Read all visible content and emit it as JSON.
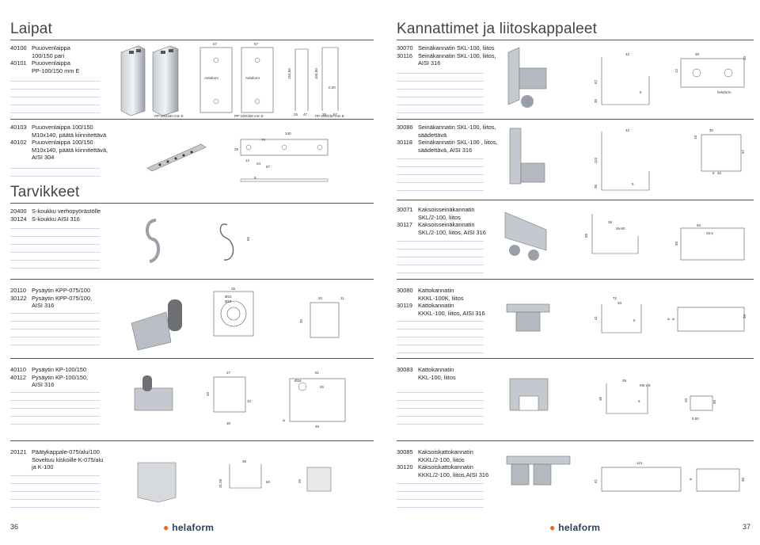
{
  "left": {
    "title": "Laipat",
    "subtitle": "Tarvikkeet",
    "page_number": "36",
    "logo": "helaform",
    "rows": [
      {
        "lines": [
          {
            "code": "40100",
            "desc": "Puuovenlaippa"
          },
          {
            "code": "",
            "desc": "100/150 pari"
          },
          {
            "code": "40101",
            "desc": "Puuovenlaippa"
          },
          {
            "code": "",
            "desc": "PP-100/150 mm E"
          }
        ],
        "captions": [
          "PP-100/150 mm E",
          "PP-100/150 mm E",
          "PP-100/150 mm E"
        ],
        "labels": [
          "Aelaform",
          "Aelaform"
        ],
        "dims": [
          "57",
          "57",
          "154,50",
          "104,50",
          "0,20",
          "25",
          "47",
          "25",
          "57"
        ]
      },
      {
        "lines": [
          {
            "code": "40103",
            "desc": "Puuovenlaippa 100/150"
          },
          {
            "code": "",
            "desc": "M10x140, päätä kiinnitettävä"
          },
          {
            "code": "40102",
            "desc": "Puuovenlaippa 100/150"
          },
          {
            "code": "",
            "desc": "M10x140, päätä kiinnitettävä,"
          },
          {
            "code": "",
            "desc": "AISI 304"
          }
        ],
        "dims": [
          "140",
          "70",
          "25",
          "12",
          "34",
          "57",
          "8"
        ]
      },
      {
        "lines": [
          {
            "code": "20400",
            "desc": "S-koukku verhopyörästölle"
          },
          {
            "code": "30124",
            "desc": "S-koukku AISI 316"
          }
        ],
        "dims": [
          "65"
        ]
      },
      {
        "lines": [
          {
            "code": "20110",
            "desc": "Pysäytin KPP-075/100"
          },
          {
            "code": "30122",
            "desc": "Pysäytin KPP-075/100,"
          },
          {
            "code": "",
            "desc": "AISI 316"
          }
        ],
        "dims": [
          "25",
          "Ø22",
          "Ø15",
          "20",
          "11",
          "20"
        ]
      },
      {
        "lines": [
          {
            "code": "40110",
            "desc": "Pysäytin KP-100/150"
          },
          {
            "code": "40112",
            "desc": "Pysäytin KP-100/150,"
          },
          {
            "code": "",
            "desc": "AISI 316"
          }
        ],
        "dims": [
          "27",
          "33",
          "10",
          "30",
          "61",
          "Ø18",
          "25",
          "8",
          "45"
        ]
      },
      {
        "lines": [
          {
            "code": "20121",
            "desc": "Päätykappale-075/alu/100"
          },
          {
            "code": "",
            "desc": "Soveltuu kiskoille K-075/alu"
          },
          {
            "code": "",
            "desc": "ja K-100"
          }
        ],
        "dims": [
          "36",
          "31,50",
          "50",
          "25"
        ]
      }
    ]
  },
  "right": {
    "title": "Kannattimet ja liitoskappaleet",
    "page_number": "37",
    "logo": "helaform",
    "rows": [
      {
        "lines": [
          {
            "code": "30070",
            "desc": "Seinäkannatin SKL-100, liitos"
          },
          {
            "code": "30116",
            "desc": "Seinäkannatin SKL-100, liitos,"
          },
          {
            "code": "",
            "desc": "AISI 316"
          }
        ],
        "labels": [
          "helaform"
        ],
        "dims": [
          "42",
          "62",
          "36",
          "6",
          "30",
          "12",
          "10"
        ]
      },
      {
        "lines": [
          {
            "code": "30086",
            "desc": "Seinäkannatin SKL-100, liitos,"
          },
          {
            "code": "",
            "desc": "säädettävä"
          },
          {
            "code": "30118",
            "desc": "Seinäkannatin SKL-100 , liitos,"
          },
          {
            "code": "",
            "desc": "säädettävä, AISI 316"
          }
        ],
        "dims": [
          "42",
          "115",
          "36",
          "5",
          "30",
          "10",
          "57",
          "8",
          "40"
        ]
      },
      {
        "lines": [
          {
            "code": "30071",
            "desc": "Kaksoisseinäkannatin"
          },
          {
            "code": "",
            "desc": "SKL/2-100, liitos"
          },
          {
            "code": "30117",
            "desc": "Kaksoisseinäkannatin"
          },
          {
            "code": "",
            "desc": "SKL/2-100, liitos, AISI 316"
          }
        ],
        "dims": [
          "39",
          "46-60",
          "68",
          "93",
          "29,5",
          "30"
        ]
      },
      {
        "lines": [
          {
            "code": "30080",
            "desc": "Kattokannatin"
          },
          {
            "code": "",
            "desc": "KKKL-100K, liitos"
          },
          {
            "code": "30119",
            "desc": "Kattokannatin"
          },
          {
            "code": "",
            "desc": "KKKL-100, liitos, AISI 316"
          }
        ],
        "dims": [
          "72",
          "33",
          "41",
          "5",
          "6",
          "8",
          "30"
        ]
      },
      {
        "lines": [
          {
            "code": "30083",
            "desc": "Kattokannatin"
          },
          {
            "code": "",
            "desc": "KKL-100, liitos"
          }
        ],
        "dims": [
          "39",
          "M5 x 8",
          "36",
          "5",
          "20",
          "30",
          "9,50"
        ]
      },
      {
        "lines": [
          {
            "code": "30085",
            "desc": "Kaksoiskattokannatin"
          },
          {
            "code": "",
            "desc": "KKKL/2-100, liitos"
          },
          {
            "code": "30120",
            "desc": "Kaksoiskattokannatin"
          },
          {
            "code": "",
            "desc": "KKKL/2-100, liitos,AISI 316"
          }
        ],
        "dims": [
          "121",
          "41",
          "6",
          "30"
        ]
      }
    ]
  },
  "colors": {
    "accent": "#e8662b",
    "brand": "#2b3f5c",
    "rules": "#cfd6e4"
  }
}
